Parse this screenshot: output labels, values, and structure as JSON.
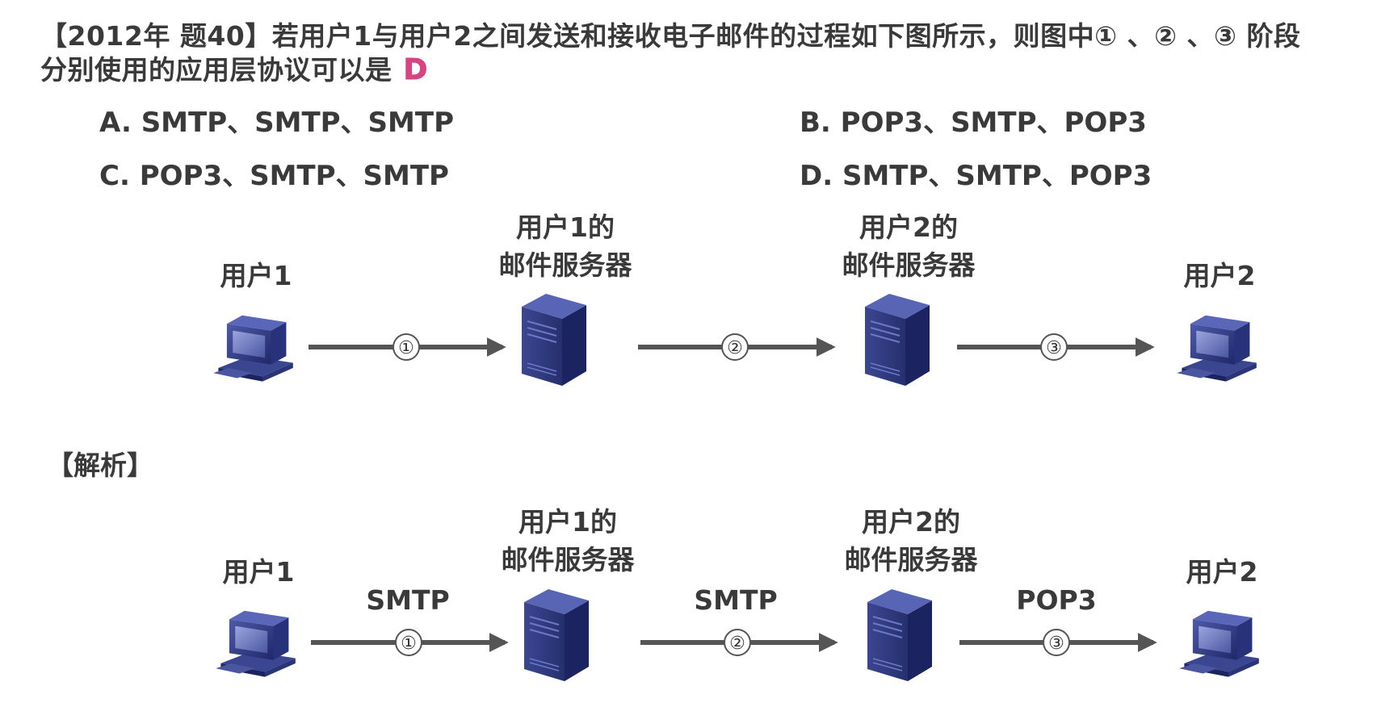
{
  "question": {
    "line1": "【2012年 题40】若用户1与用户2之间发送和接收电子邮件的过程如下图所示，则图中① 、② 、③  阶段",
    "line2": "分别使用的应用层协议可以是",
    "answer": "D"
  },
  "options": {
    "a": "A. SMTP、SMTP、SMTP",
    "b": "B. POP3、SMTP、POP3",
    "c": "C. POP3、SMTP、SMTP",
    "d": "D. SMTP、SMTP、POP3"
  },
  "diagram_top": {
    "user1": "用户1",
    "server1_line1": "用户1的",
    "server1_line2": "邮件服务器",
    "server2_line1": "用户2的",
    "server2_line2": "邮件服务器",
    "user2": "用户2",
    "step1": "①",
    "step2": "②",
    "step3": "③"
  },
  "analysis": {
    "title": "【解析】",
    "user1": "用户1",
    "server1_line1": "用户1的",
    "server1_line2": "邮件服务器",
    "server2_line1": "用户2的",
    "server2_line2": "邮件服务器",
    "user2": "用户2",
    "proto1": "SMTP",
    "proto2": "SMTP",
    "proto3": "POP3",
    "step1": "①",
    "step2": "②",
    "step3": "③"
  },
  "colors": {
    "text": "#3a3a3a",
    "answer": "#d64582",
    "arrow": "#555555",
    "device": "#2f3a7a"
  }
}
